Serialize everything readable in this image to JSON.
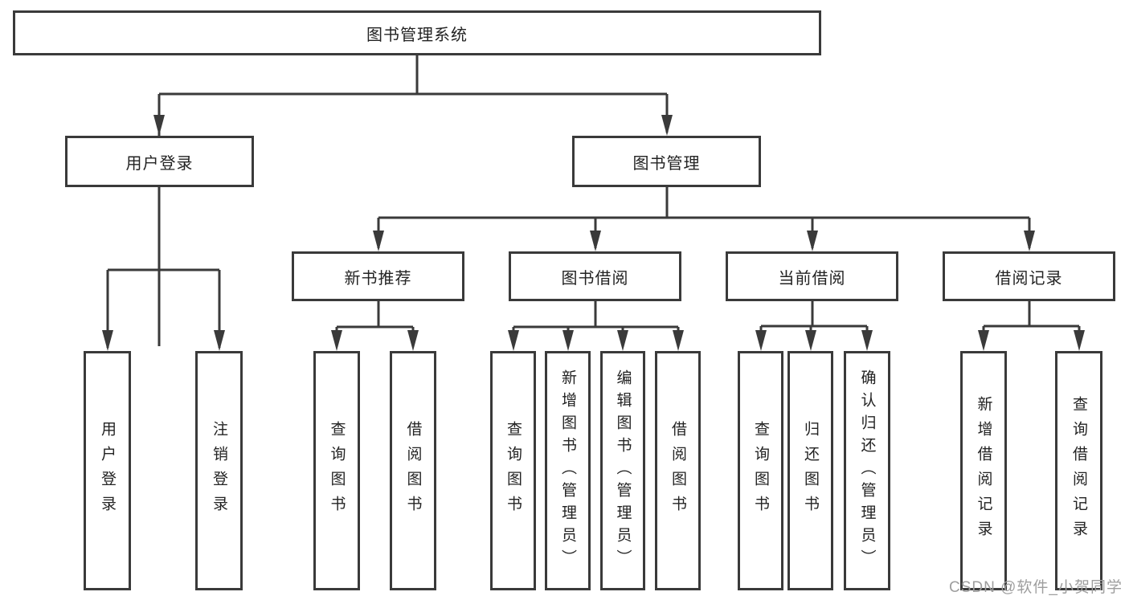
{
  "colors": {
    "line": "#3a3a3a",
    "box_border": "#3a3a3a",
    "text": "#232323",
    "watermark": "#9e9e9e",
    "background": "#ffffff"
  },
  "tree": {
    "root": {
      "label": "图书管理系统"
    },
    "branches": [
      {
        "label": "用户登录",
        "children": [
          {
            "label": "用户登录"
          },
          {
            "label": "注销登录"
          }
        ]
      },
      {
        "label": "图书管理",
        "children": [
          {
            "label": "新书推荐",
            "children": [
              {
                "label": "查询图书"
              },
              {
                "label": "借阅图书"
              }
            ]
          },
          {
            "label": "图书借阅",
            "children": [
              {
                "label": "查询图书"
              },
              {
                "label": "新增图书（管理员）"
              },
              {
                "label": "编辑图书（管理员）"
              },
              {
                "label": "借阅图书"
              }
            ]
          },
          {
            "label": "当前借阅",
            "children": [
              {
                "label": "查询图书"
              },
              {
                "label": "归还图书"
              },
              {
                "label": "确认归还（管理员）"
              }
            ]
          },
          {
            "label": "借阅记录",
            "children": [
              {
                "label": "新增借阅记录"
              },
              {
                "label": "查询借阅记录"
              }
            ]
          }
        ]
      }
    ]
  },
  "watermark": "CSDN @软件_小贺同学"
}
